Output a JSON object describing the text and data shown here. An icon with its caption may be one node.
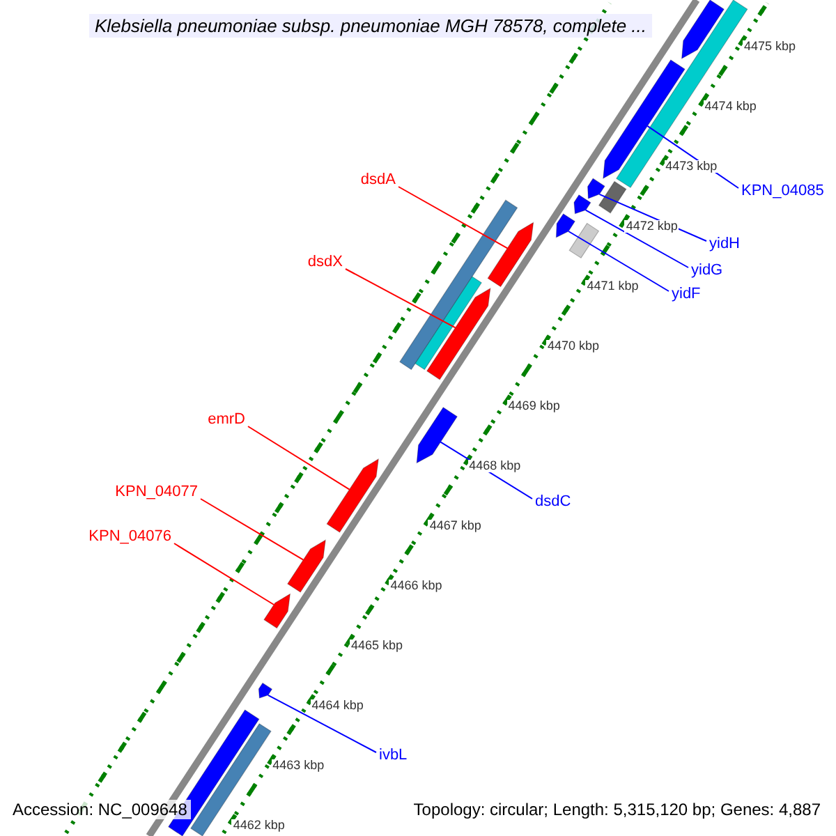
{
  "diagram": {
    "title": "Klebsiella pneumoniae subsp. pneumoniae MGH 78578, complete ...",
    "nodes": [
      {
        "text": [
          "dsdA"
        ]
      },
      {
        "text": [
          "KPN_04085"
        ]
      },
      {
        "text": [
          "yidH"
        ]
      },
      {
        "text": [
          "dsdX"
        ]
      },
      {
        "text": [
          "yidG"
        ]
      },
      {
        "text": [
          "yidF"
        ]
      },
      {
        "text": [
          "emrD"
        ]
      },
      {
        "text": [
          "dsdC"
        ]
      },
      {
        "text": [
          "KPN_04077"
        ]
      },
      {
        "text": [
          "KPN_04076"
        ]
      },
      {
        "text": [
          "ivbL"
        ]
      },
      {
        "text": [],
        "shape": "arrow"
      },
      {
        "text": [],
        "shape": "arrow"
      },
      {
        "text": [],
        "shape": "arrow"
      },
      {
        "text": [],
        "shape": "arrow"
      },
      {
        "text": [],
        "shape": "arrow"
      },
      {
        "text": [],
        "shape": "arrow"
      },
      {
        "text": [],
        "shape": "arrow"
      },
      {
        "text": [],
        "shape": "arrow"
      },
      {
        "text": [],
        "shape": "arrow"
      },
      {
        "text": [],
        "shape": "arrow"
      },
      {
        "text": [],
        "shape": "arrow"
      },
      {
        "text": [],
        "shape": "arrow"
      },
      {
        "text": [],
        "shape": "bar"
      },
      {
        "text": [],
        "shape": "bar"
      },
      {
        "text": [],
        "shape": "bar"
      },
      {
        "text": [],
        "shape": "bar"
      },
      {
        "text": [],
        "shape": "bar"
      },
      {
        "text": [],
        "shape": "arrow"
      },
      {
        "text": [],
        "shape": "bar"
      }
    ],
    "edges": [
      {
        "from": 0,
        "to": 11,
        "arrow": "none",
        "color": "#ff0000"
      },
      {
        "from": 1,
        "to": 12,
        "arrow": "none"
      },
      {
        "from": 2,
        "to": 13,
        "arrow": "none"
      },
      {
        "from": 3,
        "to": 14,
        "arrow": "none",
        "color": "#ff0000"
      },
      {
        "from": 4,
        "to": 15,
        "arrow": "none"
      },
      {
        "from": 5,
        "to": 16,
        "arrow": "none"
      },
      {
        "from": 6,
        "to": 17,
        "arrow": "none",
        "color": "#ff0000"
      },
      {
        "from": 7,
        "to": 18,
        "arrow": "none"
      },
      {
        "from": 8,
        "to": 19,
        "arrow": "none",
        "color": "#ff0000"
      },
      {
        "from": 9,
        "to": 20,
        "arrow": "none",
        "color": "#ff0000"
      },
      {
        "from": 10,
        "to": 21,
        "arrow": "none"
      }
    ],
    "labels": [
      "4475 kbp",
      "4474 kbp",
      "4473 kbp",
      "4472 kbp",
      "4471 kbp",
      "4470 kbp",
      "4469 kbp",
      "4468 kbp",
      "4467 kbp",
      "4466 kbp",
      "4465 kbp",
      "4464 kbp",
      "4463 kbp",
      "4462 kbp",
      "Accession: NC_009648",
      "Topology: circular; Length: 5,315,120 bp; Genes: 4,887"
    ]
  }
}
